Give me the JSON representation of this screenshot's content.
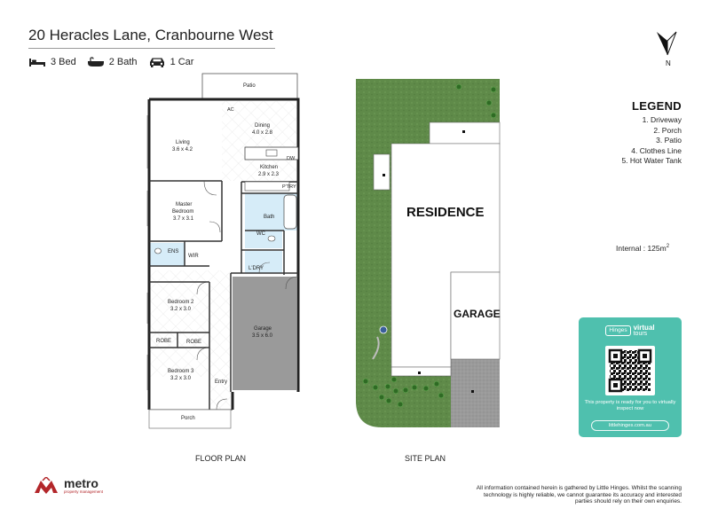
{
  "header": {
    "address": "20 Heracles Lane, Cranbourne West",
    "features": [
      {
        "icon": "bed-icon",
        "label": "3 Bed"
      },
      {
        "icon": "bath-icon",
        "label": "2 Bath"
      },
      {
        "icon": "car-icon",
        "label": "1 Car"
      }
    ]
  },
  "compass": {
    "label": "N"
  },
  "legend": {
    "title": "LEGEND",
    "items": [
      "1. Driveway",
      "2. Porch",
      "3. Patio",
      "4. Clothes Line",
      "5. Hot Water Tank"
    ]
  },
  "area": {
    "label": "Internal",
    "value": ": 125m",
    "unit_power": "2"
  },
  "floor_plan": {
    "caption": "FLOOR PLAN",
    "rooms": {
      "patio": "Patio",
      "ac": "AC",
      "dining": "Dining",
      "dining_size": "4.0 x 2.8",
      "living": "Living",
      "living_size": "3.6 x 4.2",
      "dw": "DW",
      "kitchen": "Kitchen",
      "kitchen_size": "2.9 x 2.3",
      "ptry": "P'TRY",
      "master": "Master",
      "master2": "Bedroom",
      "master_size": "3.7 x 3.1",
      "bath": "Bath",
      "wc": "WC",
      "ens": "ENS",
      "wir": "WIR",
      "ldry": "L'DRY",
      "bed2": "Bedroom 2",
      "bed2_size": "3.2 x 3.0",
      "garage": "Garage",
      "garage_size": "3.5 x 6.0",
      "robe1": "ROBE",
      "robe2": "ROBE",
      "bed3": "Bedroom 3",
      "bed3_size": "3.2 x 3.0",
      "entry": "Entry",
      "porch": "Porch"
    }
  },
  "site_plan": {
    "caption": "SITE PLAN",
    "residence": "RESIDENCE",
    "garage": "GARAGE"
  },
  "qr_card": {
    "brand_small": "Hinges",
    "brand_top": "virtual",
    "brand_bottom": "tours",
    "caption": "This property is ready for you to virtually inspect now",
    "url": "littlehinges.com.au"
  },
  "footer": {
    "logo_name": "metro",
    "logo_sub": "property management",
    "disclaimer": "All information contained herein is gathered by Little Hinges. Whilst the scanning technology is highly reliable, we cannot guarantee its accuracy and interested parties should rely on their own enquiries."
  },
  "colors": {
    "grass": "#5f8a49",
    "driveway": "#9a9a9a",
    "qr_card": "#4fc0ae",
    "wet_area": "#d6ecf8",
    "garage_floor": "#9a9a9a",
    "logo_red": "#b3262a"
  }
}
